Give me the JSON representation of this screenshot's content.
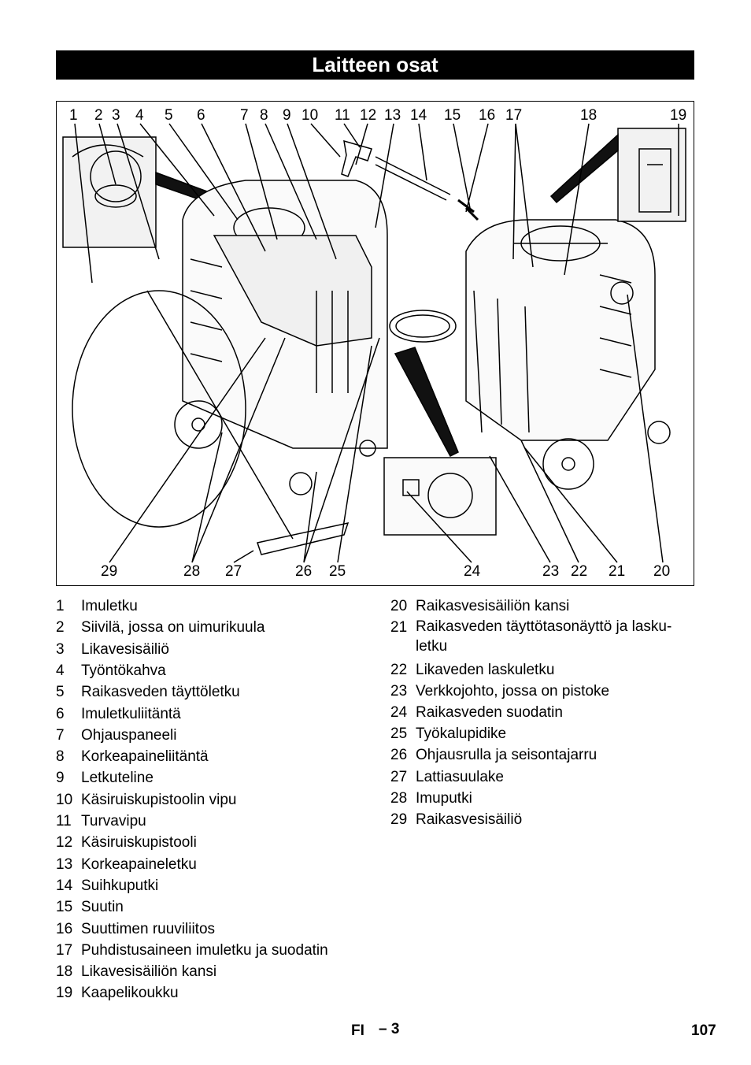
{
  "title": "Laitteen osat",
  "figure": {
    "top_callouts": [
      "1",
      "2",
      "3",
      "4",
      "5",
      "6",
      "7",
      "8",
      "9",
      "10",
      "11",
      "12",
      "13",
      "14",
      "15",
      "16",
      "17",
      "18",
      "19"
    ],
    "bottom_callouts": [
      "29",
      "28",
      "27",
      "26",
      "25",
      "24",
      "23",
      "22",
      "21",
      "20"
    ]
  },
  "legend_left": [
    {
      "num": "1",
      "text": "Imuletku"
    },
    {
      "num": "2",
      "text": "Siivilä, jossa on uimurikuula"
    },
    {
      "num": "3",
      "text": "Likavesisäiliö"
    },
    {
      "num": "4",
      "text": "Työntökahva"
    },
    {
      "num": "5",
      "text": "Raikasveden täyttöletku"
    },
    {
      "num": "6",
      "text": "Imuletkuliitäntä"
    },
    {
      "num": "7",
      "text": "Ohjauspaneeli"
    },
    {
      "num": "8",
      "text": "Korkeapaineliitäntä"
    },
    {
      "num": "9",
      "text": "Letkuteline"
    },
    {
      "num": "10",
      "text": "Käsiruiskupistoolin vipu"
    },
    {
      "num": "11",
      "text": "Turvavipu"
    },
    {
      "num": "12",
      "text": "Käsiruiskupistooli"
    },
    {
      "num": "13",
      "text": "Korkeapaineletku"
    },
    {
      "num": "14",
      "text": "Suihkuputki"
    },
    {
      "num": "15",
      "text": "Suutin"
    },
    {
      "num": "16",
      "text": "Suuttimen ruuviliitos"
    },
    {
      "num": "17",
      "text": "Puhdistusaineen imuletku ja suodatin"
    },
    {
      "num": "18",
      "text": "Likavesisäiliön kansi"
    },
    {
      "num": "19",
      "text": "Kaapelikoukku"
    }
  ],
  "legend_right": [
    {
      "num": "20",
      "text": "Raikasvesisäiliön kansi"
    },
    {
      "num": "21",
      "text": "Raikasveden täyttötasonäyttö ja lasku-letku"
    },
    {
      "num": "22",
      "text": "Likaveden laskuletku"
    },
    {
      "num": "23",
      "text": "Verkkojohto, jossa on pistoke"
    },
    {
      "num": "24",
      "text": "Raikasveden suodatin"
    },
    {
      "num": "25",
      "text": "Työkalupidike"
    },
    {
      "num": "26",
      "text": "Ohjausrulla ja seisontajarru"
    },
    {
      "num": "27",
      "text": "Lattiasuulake"
    },
    {
      "num": "28",
      "text": "Imuputki"
    },
    {
      "num": "29",
      "text": "Raikasvesisäiliö"
    }
  ],
  "footer": {
    "lang": "FI",
    "sub": "– 3",
    "page": "107"
  }
}
